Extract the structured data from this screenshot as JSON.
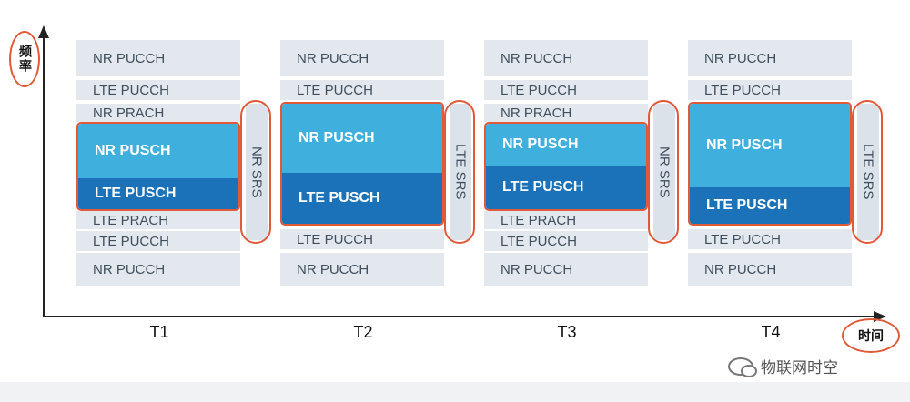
{
  "axes": {
    "y_label": "频率",
    "x_label": "时间"
  },
  "periods": [
    {
      "label": "T1",
      "srs": "NR SRS",
      "rows_top": [
        "NR PUCCH",
        "LTE PUCCH",
        "NR PRACH"
      ],
      "nr_pusch": "NR PUSCH",
      "lte_pusch": "LTE PUSCH",
      "rows_bottom": [
        "LTE PRACH",
        "LTE PUCCH",
        "NR PUCCH"
      ]
    },
    {
      "label": "T2",
      "srs": "LTE SRS",
      "rows_top": [
        "NR PUCCH",
        "LTE PUCCH"
      ],
      "nr_pusch": "NR PUSCH",
      "lte_pusch": "LTE PUSCH",
      "rows_bottom": [
        "LTE PUCCH",
        "NR PUCCH"
      ]
    },
    {
      "label": "T3",
      "srs": "NR SRS",
      "rows_top": [
        "NR PUCCH",
        "LTE PUCCH",
        "NR PRACH"
      ],
      "nr_pusch": "NR PUSCH",
      "lte_pusch": "LTE PUSCH",
      "rows_bottom": [
        "LTE PRACH",
        "LTE PUCCH",
        "NR PUCCH"
      ]
    },
    {
      "label": "T4",
      "srs": "LTE SRS",
      "rows_top": [
        "NR PUCCH",
        "LTE PUCCH"
      ],
      "nr_pusch": "NR PUSCH",
      "lte_pusch": "LTE PUSCH",
      "rows_bottom": [
        "LTE PUCCH",
        "NR PUCCH"
      ]
    }
  ],
  "watermark": "物联网时空",
  "colors": {
    "nr_pusch": "#3fb0de",
    "lte_pusch": "#1c72b8",
    "highlight": "#e05a3a",
    "background_band": "#e3e8ee"
  }
}
